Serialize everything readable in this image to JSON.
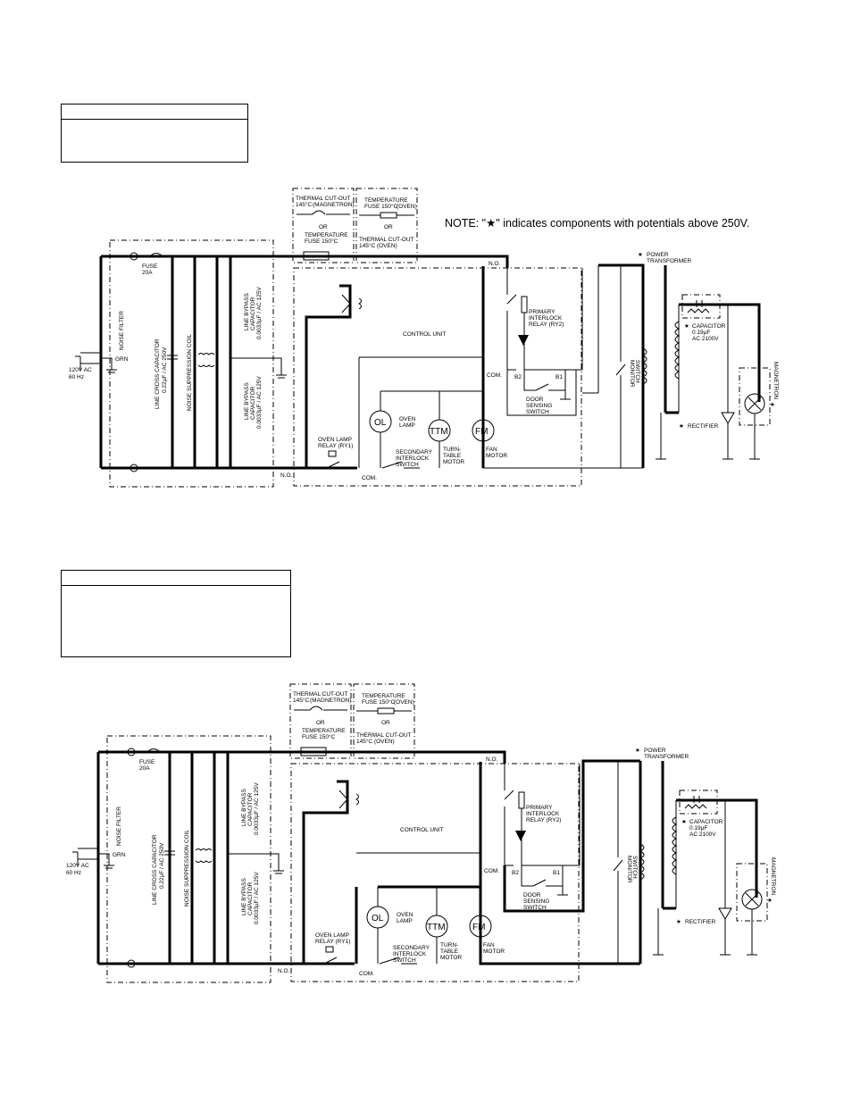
{
  "note": "NOTE: \"★\" indicates components with potentials above 250V.",
  "diagrams": [
    {
      "labels": {
        "thermal_cutout_magnetron": "THERMAL CUT-OUT",
        "thermal_cutout_magnetron_temp": "145°C",
        "magnetron_paren": "(MAGNETRON)",
        "or1": "OR",
        "temp_fuse_magnetron": "TEMPERATURE",
        "temp_fuse_magnetron_temp": "FUSE 150°C",
        "temp_fuse_oven": "TEMPERATURE",
        "temp_fuse_oven_temp": "FUSE 150°C",
        "oven_paren": "(OVEN)",
        "or2": "OR",
        "thermal_cutout_oven": "THERMAL CUT-OUT",
        "thermal_cutout_oven_temp": "145°C (OVEN)",
        "fuse": "FUSE",
        "fuse_rating": "20A",
        "noise_filter": "NOISE FILTER",
        "line_cross_capacitor": "LINE CROSS CAPACITOR",
        "line_cross_capacitor_value": "0.22µF / AC 250V",
        "noise_suppression_coil": "NOISE SUPPRESSION COIL",
        "line_bypass_capacitor_1": "LINE BYPASS",
        "line_bypass_capacitor_1b": "CAPACITOR",
        "line_bypass_capacitor_1_value": "0.0033µF / AC 125V",
        "line_bypass_capacitor_2": "LINE BYPASS",
        "line_bypass_capacitor_2b": "CAPACITOR",
        "line_bypass_capacitor_2_value": "0.0033µF / AC 125V",
        "grn": "GRN",
        "supply": "120V AC",
        "supply_freq": "60 Hz",
        "control_unit": "CONTROL UNIT",
        "no_top": "N.O.",
        "com_mid": "COM.",
        "b2": "B2",
        "b1": "B1",
        "primary_interlock_1": "PRIMARY",
        "primary_interlock_2": "INTERLOCK",
        "primary_interlock_3": "RELAY (RY2)",
        "door_sensing_1": "DOOR",
        "door_sensing_2": "SENSING",
        "door_sensing_3": "SWITCH",
        "ol": "OL",
        "oven_lamp_1": "OVEN",
        "oven_lamp_2": "LAMP",
        "ttm": "TTM",
        "turntable_1": "TURN-",
        "turntable_2": "TABLE",
        "turntable_3": "MOTOR",
        "fm": "FM",
        "fan_motor_1": "FAN",
        "fan_motor_2": "MOTOR",
        "oven_lamp_relay_1": "OVEN LAMP",
        "oven_lamp_relay_2": "RELAY (RY1)",
        "secondary_interlock_1": "SECONDARY",
        "secondary_interlock_2": "INTERLOCK",
        "secondary_interlock_3": "SWITCH",
        "no_bottom": "N.O.",
        "com_bottom": "COM.",
        "monitor_switch_1": "MONITOR",
        "monitor_switch_2": "SWITCH",
        "power_transformer_1": "POWER",
        "power_transformer_2": "TRANSFORMER",
        "capacitor_1": "CAPACITOR",
        "capacitor_2": "0.19µF",
        "capacitor_3": "AC 2100V",
        "rectifier": "RECTIFIER",
        "magnetron": "MAGNETRON",
        "star": "★"
      }
    },
    {
      "labels": {
        "thermal_cutout_magnetron": "THERMAL CUT-OUT",
        "thermal_cutout_magnetron_temp": "145°C",
        "magnetron_paren": "(MAGNETRON)",
        "or1": "OR",
        "temp_fuse_magnetron": "TEMPERATURE",
        "temp_fuse_magnetron_temp": "FUSE 150°C",
        "temp_fuse_oven": "TEMPERATURE",
        "temp_fuse_oven_temp": "FUSE 150°C",
        "oven_paren": "(OVEN)",
        "or2": "OR",
        "thermal_cutout_oven": "THERMAL CUT-OUT",
        "thermal_cutout_oven_temp": "145°C (OVEN)",
        "fuse": "FUSE",
        "fuse_rating": "20A",
        "noise_filter": "NOISE FILTER",
        "line_cross_capacitor": "LINE CROSS CAPACITOR",
        "line_cross_capacitor_value": "0.22µF / AC 250V",
        "noise_suppression_coil": "NOISE SUPPRESSION COIL",
        "line_bypass_capacitor_1": "LINE BYPASS",
        "line_bypass_capacitor_1b": "CAPACITOR",
        "line_bypass_capacitor_1_value": "0.0033µF / AC 125V",
        "line_bypass_capacitor_2": "LINE BYPASS",
        "line_bypass_capacitor_2b": "CAPACITOR",
        "line_bypass_capacitor_2_value": "0.0033µF / AC 125V",
        "grn": "GRN",
        "supply": "120V AC",
        "supply_freq": "60 Hz",
        "control_unit": "CONTROL UNIT",
        "no_top": "N.O.",
        "com_mid": "COM.",
        "b2": "B2",
        "b1": "B1",
        "primary_interlock_1": "PRIMARY",
        "primary_interlock_2": "INTERLOCK",
        "primary_interlock_3": "RELAY (RY2)",
        "door_sensing_1": "DOOR",
        "door_sensing_2": "SENSING",
        "door_sensing_3": "SWITCH",
        "ol": "OL",
        "oven_lamp_1": "OVEN",
        "oven_lamp_2": "LAMP",
        "ttm": "TTM",
        "turntable_1": "TURN-",
        "turntable_2": "TABLE",
        "turntable_3": "MOTOR",
        "fm": "FM",
        "fan_motor_1": "FAN",
        "fan_motor_2": "MOTOR",
        "oven_lamp_relay_1": "OVEN LAMP",
        "oven_lamp_relay_2": "RELAY (RY1)",
        "secondary_interlock_1": "SECONDARY",
        "secondary_interlock_2": "INTERLOCK",
        "secondary_interlock_3": "SWITCH",
        "no_bottom": "N.O.",
        "com_bottom": "COM.",
        "monitor_switch_1": "MONITOR",
        "monitor_switch_2": "SWITCH",
        "power_transformer_1": "POWER",
        "power_transformer_2": "TRANSFORMER",
        "capacitor_1": "CAPACITOR",
        "capacitor_2": "0.19µF",
        "capacitor_3": "AC 2100V",
        "rectifier": "RECTIFIER",
        "magnetron": "MAGNETRON",
        "star": "★"
      }
    }
  ]
}
